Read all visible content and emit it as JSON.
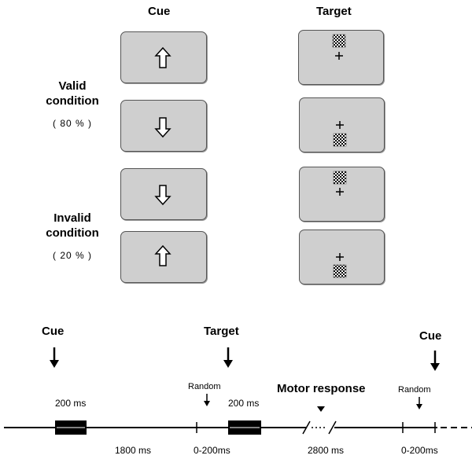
{
  "headers": {
    "cue": "Cue",
    "target": "Target"
  },
  "conditions": [
    {
      "line1": "Valid",
      "line2": "condition",
      "percent": "( 80 % )"
    },
    {
      "line1": "Invalid",
      "line2": "condition",
      "percent": "( 20 % )"
    }
  ],
  "trials": [
    {
      "cue_arrow": "up-arrow-icon",
      "target_position": "top"
    },
    {
      "cue_arrow": "down-arrow-icon",
      "target_position": "bottom"
    },
    {
      "cue_arrow": "down-arrow-icon",
      "target_position": "top"
    },
    {
      "cue_arrow": "up-arrow-icon",
      "target_position": "bottom"
    }
  ],
  "timeline": {
    "cue_label": "Cue",
    "target_label": "Target",
    "cue2_label": "Cue",
    "motor_label": "Motor response",
    "random1_label": "Random",
    "random2_label": "Random",
    "dur_cue": "200 ms",
    "dur_target": "200 ms",
    "interval_1800": "1800 ms",
    "interval_0200a": "0-200ms",
    "interval_2800": "2800 ms",
    "interval_0200b": "0-200ms"
  },
  "colors": {
    "panel_fill": "#cfcfcf",
    "panel_border": "#555555"
  }
}
